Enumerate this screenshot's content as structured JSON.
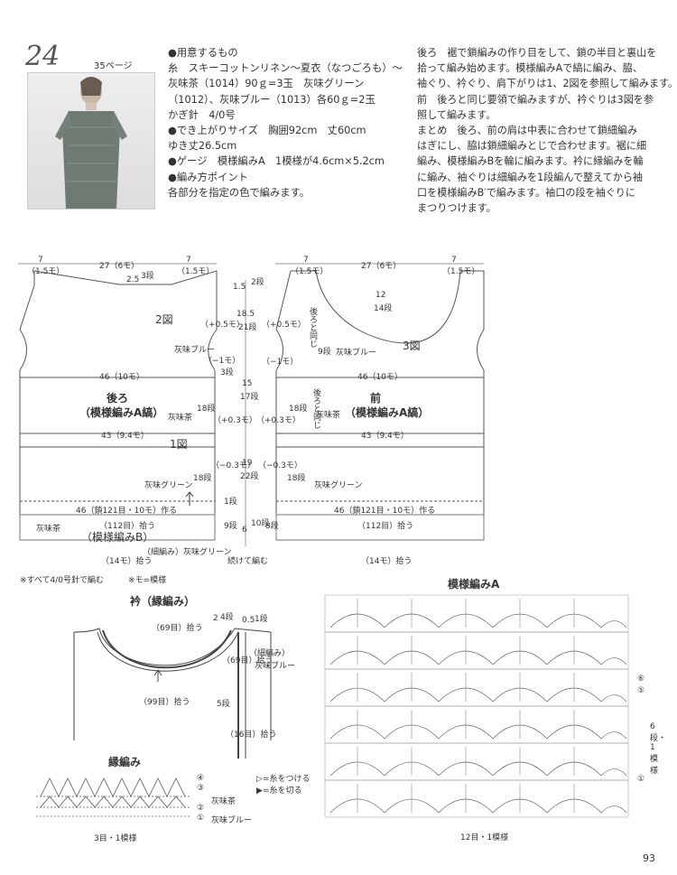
{
  "header": {
    "pattern_number": "24",
    "page_ref": "35ページ"
  },
  "materials": {
    "lines": [
      "●用意するもの",
      "糸　スキーコットンリネン～夏衣（なつごろも）～",
      "灰味茶（1014）90ｇ=3玉　灰味グリーン",
      "（1012）、灰味ブルー（1013）各60ｇ=2玉",
      "かぎ針　4/0号",
      "●でき上がりサイズ　胸囲92cm　丈60cm",
      "ゆき丈26.5cm",
      "●ゲージ　模様編みA　1模様が4.6cm×5.2cm",
      "●編み方ポイント",
      "各部分を指定の色で編みます。"
    ]
  },
  "instructions": {
    "lines": [
      "後ろ　裾で鎖編みの作り目をして、鎖の半目と裏山を",
      "拾って編み始めます。模様編みAで縞に編み、脇、",
      "袖ぐり、衿ぐり、肩下がりは1、2図を参照して編みます。",
      "前　後ろと同じ要領で編みますが、衿ぐりは3図を参",
      "照して編みます。",
      "まとめ　後ろ、前の肩は中表に合わせて鎖細編み",
      "はぎにし、脇は鎖細編みとじで合わせます。裾に細",
      "編み、模様編みBを輪に編みます。衿に縁編みを輪",
      "に編み、袖ぐりは細編みを1段編んで整えてから袖",
      "口を模様編みB′で編みます。袖口の段を袖ぐりに",
      "まつりつけます。"
    ]
  },
  "diagram_back": {
    "title": "後ろ",
    "subtitle": "（模様編みA縞）",
    "fig2": "2図",
    "fig1": "1図",
    "top_left": "7",
    "top_left_sub": "（1.5モ）",
    "top_mid": "27（6モ）",
    "top_right": "7",
    "top_right_sub": "（1.5モ）",
    "neck": "2.5",
    "neck_rows": "3段",
    "w46": "46（10モ）",
    "w43": "43（9.4モ）",
    "hem": "46（鎖121目・10モ）作る",
    "pick": "（112目）拾う",
    "patB": "（模様編みB）",
    "color_tea": "灰味茶",
    "color_blue": "灰味ブルー",
    "color_green": "灰味グリーン",
    "pick14": "（14モ）拾う",
    "edge_label": "（細編み）灰味グリーン",
    "cont": "続けて編む",
    "inc_a": "（+0.5モ）",
    "dec_a": "（−1モ）",
    "inc_b": "（+0.3モ）",
    "dec_b": "（−0.3モ）",
    "r18": "18段",
    "r3": "3段"
  },
  "diagram_center": {
    "d1": "1.5",
    "d1r": "2段",
    "d2": "18.5",
    "d2r": "21段",
    "d3": "15",
    "d3r": "17段",
    "d4": "19",
    "d4r": "22段",
    "d5": "6",
    "d5a": "1段",
    "d5b": "9段",
    "d6": "10段",
    "d7": "8段"
  },
  "diagram_front": {
    "title": "前",
    "subtitle": "（模様編みA縞）",
    "fig3": "3図",
    "neck_depth": "12",
    "neck_rows": "14段",
    "same_back": "後ろと同じ",
    "nine": "9段",
    "w46": "46（10モ）",
    "w43": "43（9.4モ）",
    "hem": "46（鎖121目・10モ）作る",
    "pick": "（112目）拾う",
    "pick14": "（14モ）拾う"
  },
  "notes": {
    "n1": "※すべて4/0号針で編む",
    "n2": "※モ=模様"
  },
  "collar": {
    "title": "衿（縁編み）",
    "pick69": "（69目）拾う",
    "pick99": "（99目）拾う",
    "r2": "2",
    "r4": "4段",
    "r05": "0.5",
    "r1": "1段",
    "edge": "（細編み）",
    "blue": "灰味ブルー",
    "pick69b": "（69目）拾う",
    "r5": "5段",
    "pick16": "（16目）拾う"
  },
  "edging": {
    "title": "縁編み",
    "row4": "④",
    "row3": "③",
    "row2": "②",
    "row1": "①",
    "tea": "灰味茶",
    "blue": "灰味ブルー",
    "repeat": "3目・1模様",
    "attach": "▷=糸をつける",
    "cut": "▶=糸を切る"
  },
  "patternA": {
    "title": "模様編みA",
    "repeat": "12目・1模様",
    "rows": "6段・1模様",
    "r6": "⑥",
    "r5": "⑤",
    "r1": "①"
  },
  "footer": {
    "page_number": "93"
  }
}
